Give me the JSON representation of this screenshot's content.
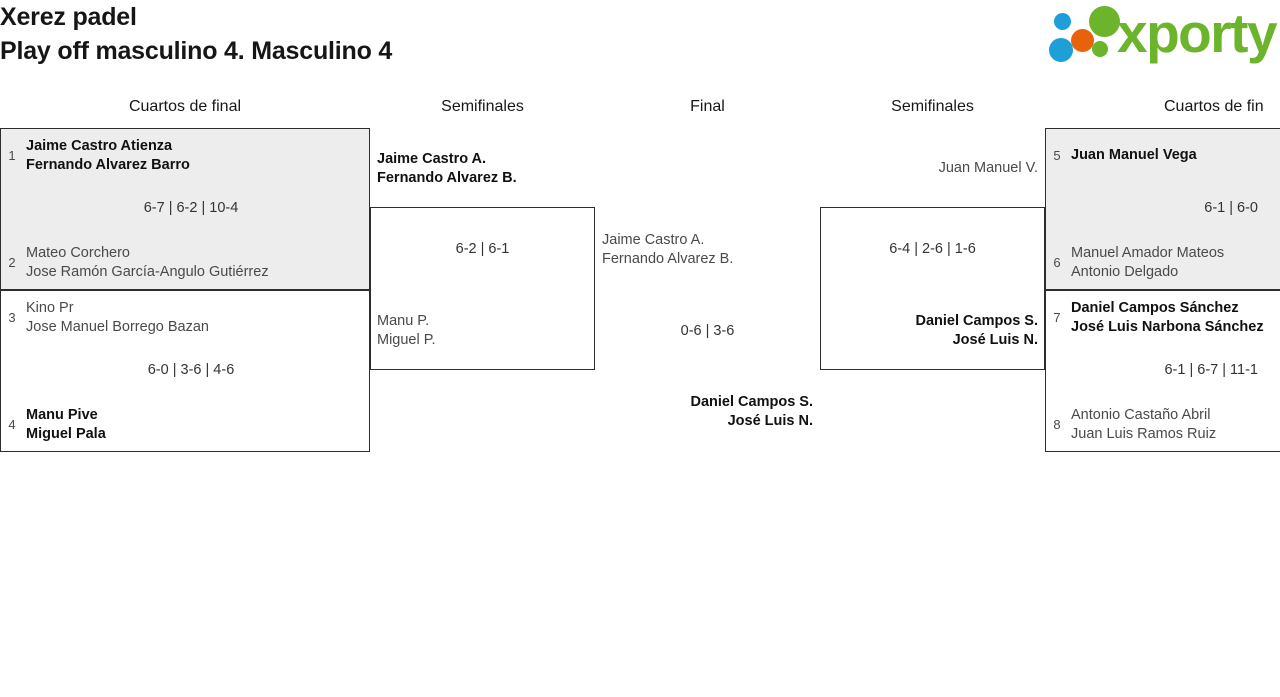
{
  "header": {
    "line1": "Xerez padel",
    "line2": "Play off masculino 4. Masculino 4"
  },
  "logo": {
    "word": "xporty",
    "colors": {
      "green": "#6cb42c",
      "orange": "#e8620c",
      "blue": "#1f9fd8"
    }
  },
  "rounds": {
    "left_quarters": "Cuartos de final",
    "left_semis": "Semifinales",
    "final": "Final",
    "right_semis": "Semifinales",
    "right_quarters": "Cuartos de fin"
  },
  "left_quarters": [
    {
      "shaded": true,
      "score": "6-7 | 6-2 | 10-4",
      "top": {
        "seed": "1",
        "winner": true,
        "line1": "Jaime Castro Atienza",
        "line2": "Fernando Alvarez Barro"
      },
      "bottom": {
        "seed": "2",
        "winner": false,
        "line1": "Mateo Corchero",
        "line2": "Jose Ramón García-Angulo Gutiérrez"
      }
    },
    {
      "shaded": false,
      "score": "6-0 | 3-6 | 4-6",
      "top": {
        "seed": "3",
        "winner": false,
        "line1": "Kino Pr",
        "line2": "Jose Manuel Borrego Bazan"
      },
      "bottom": {
        "seed": "4",
        "winner": true,
        "line1": "Manu Pive",
        "line2": "Miguel Pala"
      }
    }
  ],
  "left_semis": [
    {
      "score": "6-2 | 6-1",
      "top": {
        "winner": true,
        "line1": "Jaime Castro A.",
        "line2": "Fernando Alvarez B."
      },
      "bottom": {
        "winner": false,
        "line1": "Manu P.",
        "line2": "Miguel P."
      }
    }
  ],
  "final": {
    "score": "0-6 | 3-6",
    "top": {
      "winner": false,
      "line1": "Jaime Castro A.",
      "line2": "Fernando Alvarez B."
    },
    "bottom": {
      "winner": true,
      "line1": "Daniel Campos S.",
      "line2": "José Luis N."
    }
  },
  "right_semis": [
    {
      "score": "6-4 | 2-6 | 1-6",
      "top": {
        "winner": false,
        "line1": "Juan Manuel V.",
        "line2": ""
      },
      "bottom": {
        "winner": true,
        "line1": "Daniel Campos S.",
        "line2": "José Luis N."
      }
    }
  ],
  "right_quarters": [
    {
      "shaded": true,
      "score": "6-1 | 6-0",
      "top": {
        "seed": "5",
        "winner": true,
        "line1": "Juan Manuel Vega",
        "line2": ""
      },
      "bottom": {
        "seed": "6",
        "winner": false,
        "line1": "Manuel Amador Mateos",
        "line2": "Antonio Delgado"
      }
    },
    {
      "shaded": false,
      "score": "6-1 | 6-7 | 11-1",
      "top": {
        "seed": "7",
        "winner": true,
        "line1": "Daniel Campos Sánchez",
        "line2": "José Luis Narbona Sánchez"
      },
      "bottom": {
        "seed": "8",
        "winner": false,
        "line1": "Antonio Castaño Abril",
        "line2": "Juan Luis Ramos Ruiz"
      }
    }
  ]
}
